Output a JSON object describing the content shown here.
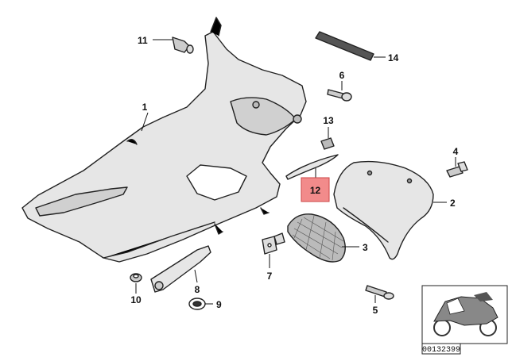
{
  "labels": {
    "p1": "1",
    "p2": "2",
    "p3": "3",
    "p4": "4",
    "p5": "5",
    "p6": "6",
    "p7": "7",
    "p8": "8",
    "p9": "9",
    "p10": "10",
    "p11": "11",
    "p12": "12",
    "p13": "13",
    "p14": "14"
  },
  "highlighted_part": "12",
  "reference_number": "00132399",
  "colors": {
    "highlight": "#f28b8b",
    "ink": "#222222"
  }
}
